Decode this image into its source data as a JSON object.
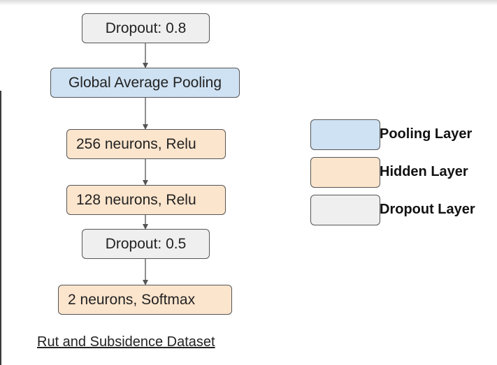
{
  "colors": {
    "pooling": "#cfe2f3",
    "hidden": "#fce5cd",
    "dropout": "#efefef",
    "border": "#555555",
    "arrow": "#555555"
  },
  "nodes": [
    {
      "id": "n1",
      "label": "Dropout: 0.8",
      "kind": "dropout"
    },
    {
      "id": "n2",
      "label": "Global Average Pooling",
      "kind": "pooling"
    },
    {
      "id": "n3",
      "label": "256 neurons, Relu",
      "kind": "hidden"
    },
    {
      "id": "n4",
      "label": "128 neurons, Relu",
      "kind": "hidden"
    },
    {
      "id": "n5",
      "label": "Dropout: 0.5",
      "kind": "dropout"
    },
    {
      "id": "n6",
      "label": "2 neurons, Softmax",
      "kind": "hidden"
    }
  ],
  "edges": [
    {
      "from": "n1",
      "to": "n2"
    },
    {
      "from": "n2",
      "to": "n3"
    },
    {
      "from": "n3",
      "to": "n4"
    },
    {
      "from": "n4",
      "to": "n5"
    },
    {
      "from": "n5",
      "to": "n6"
    }
  ],
  "legend": [
    {
      "label": "Pooling Layer",
      "kind": "pooling"
    },
    {
      "label": "Hidden Layer",
      "kind": "hidden"
    },
    {
      "label": "Dropout Layer",
      "kind": "dropout"
    }
  ],
  "caption": "Rut and Subsidence Dataset"
}
